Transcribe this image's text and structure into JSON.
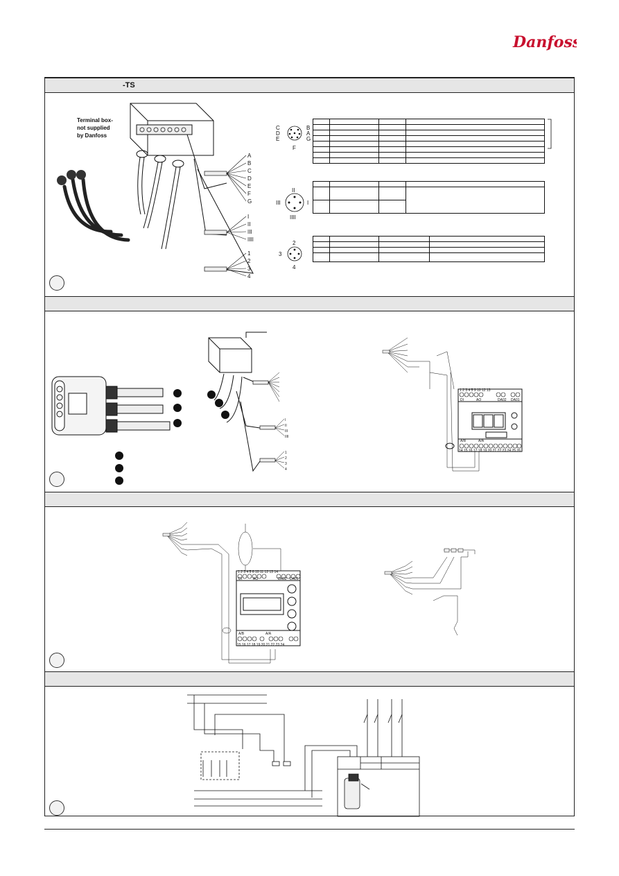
{
  "logo": {
    "text": "Danfoss"
  },
  "sections": [
    {
      "title": "-TS"
    },
    {
      "title": ""
    },
    {
      "title": ""
    },
    {
      "title": ""
    }
  ],
  "section1": {
    "terminal_note": [
      "Terminal box-",
      "not supplied",
      "by Danfoss"
    ],
    "cable1_letters": [
      "A",
      "B",
      "C",
      "D",
      "E",
      "F",
      "G"
    ],
    "cable2_numerals": [
      "I",
      "II",
      "III",
      "IIII"
    ],
    "cable3_digits": [
      "1",
      "2",
      "3",
      "4"
    ],
    "connector1_pins": [
      "C",
      "B",
      "D",
      "A",
      "E",
      "G",
      "F"
    ],
    "connector2_pins": [
      "II",
      "III",
      "I",
      "IIII"
    ],
    "connector3_pins": [
      "2",
      "3",
      "4"
    ]
  },
  "section2": {
    "cable2_numerals": [
      "I",
      "II",
      "III",
      "IIII"
    ],
    "cable3_digits": [
      "1",
      "2",
      "3",
      "4"
    ],
    "controller_terminals_top": "1 2 3 4 5      9 10 12 13",
    "controller_groups_top": [
      "DI",
      "AO",
      "DA02",
      "DA01"
    ],
    "controller_groups_bottom": [
      "A/B",
      "A/A"
    ],
    "controller_terminals_bottom": "14 15 16 17 18 19 20 21 22 23 24 25 26"
  },
  "section3": {
    "controller_terminals_top": "1 2 3 4 5 6      10 11 12 13 14",
    "controller_groups_top": [
      "DI",
      "AO",
      "DA02",
      "DA01"
    ],
    "controller_groups_bottom": [
      "A/B",
      "A/A"
    ],
    "controller_terminals_bottom": "15 16 17 18    19    20 21 22    23 24"
  }
}
